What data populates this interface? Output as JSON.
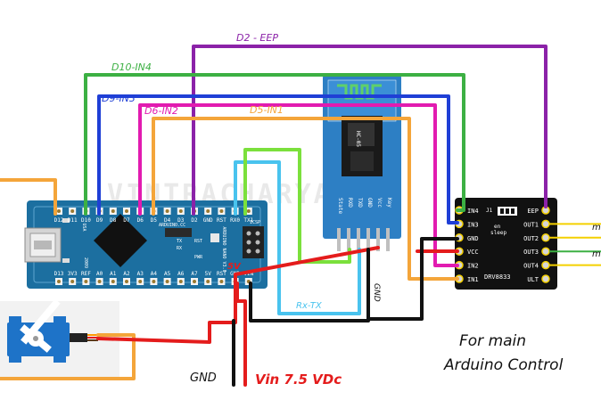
{
  "colors": {
    "wire_purple": "#8b22a8",
    "wire_green": "#3cb043",
    "wire_blue": "#1f3fd6",
    "wire_magenta": "#e21bb0",
    "wire_orange": "#f4a53a",
    "wire_red": "#e41c1c",
    "wire_black": "#111111",
    "wire_cyan": "#49c3ee",
    "wire_lightgreen": "#7be03c",
    "board_blue": "#1c6fa0",
    "hc05_blue": "#2d7fc4",
    "driver_black": "#111111",
    "servo_blue": "#1e73c8"
  },
  "wire_labels": {
    "d2_eep": "D2 - EEP",
    "d10_in4": "D10-IN4",
    "d9_in3": "D9-IN3",
    "d6_in2": "D6-IN2",
    "d5_in1": "D5-IN1",
    "rx_tx": "Rx-TX",
    "five_v": "5V",
    "gnd_vertical": "GND"
  },
  "power_labels": {
    "gnd": "GND",
    "vin": "Vin 7.5 VDc"
  },
  "note": {
    "line1": "For main",
    "line2": "Arduino Control"
  },
  "watermark": "VINTRACHARYA",
  "arduino": {
    "top_pins": [
      "D12",
      "D11",
      "D10",
      "D9",
      "D8",
      "D7",
      "D6",
      "D5",
      "D4",
      "D3",
      "D2",
      "GND",
      "RST",
      "RX0",
      "TX1"
    ],
    "bottom_pins": [
      "D13",
      "3V3",
      "REF",
      "A0",
      "A1",
      "A2",
      "A3",
      "A4",
      "A5",
      "A6",
      "A7",
      "5V",
      "RST",
      "GND",
      "VIN"
    ],
    "brand": "ARDUINO.CC",
    "model": "ARDUINO NANO V3.0",
    "year": "2009",
    "tx": "TX",
    "rx": "RX",
    "icsp": "ICSP",
    "rst": "RST",
    "pwr": "PWR",
    "usa": "USA"
  },
  "hc05": {
    "chip": "HC-05",
    "pins": [
      "State",
      "RXD",
      "TXD",
      "GND",
      "Vcc",
      "Key"
    ]
  },
  "driver": {
    "name": "DRV8833",
    "left_pins": [
      "IN4",
      "IN3",
      "GND",
      "VCC",
      "IN2",
      "IN1"
    ],
    "right_pins": [
      "EEP",
      "OUT1",
      "OUT2",
      "OUT3",
      "OUT4",
      "ULT"
    ],
    "j1": "J1",
    "en": "en",
    "sleep": "sleep"
  },
  "motor_labels": {
    "m1": "m",
    "m2": "m"
  }
}
